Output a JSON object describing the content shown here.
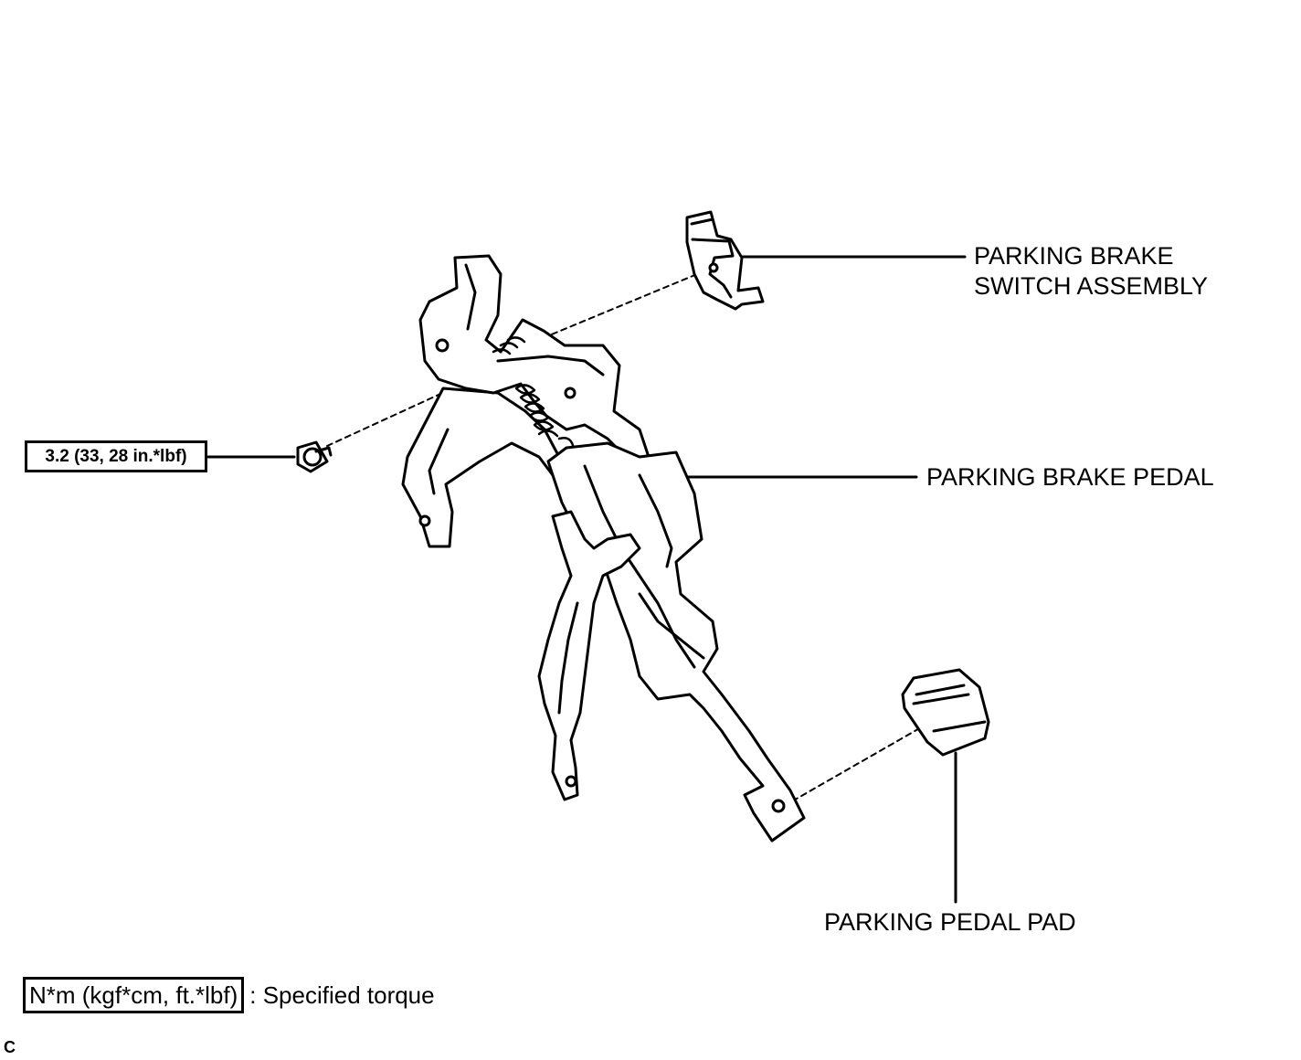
{
  "labels": {
    "switch_line1": "PARKING BRAKE",
    "switch_line2": "SWITCH ASSEMBLY",
    "pedal": "PARKING BRAKE PEDAL",
    "pad": "PARKING PEDAL PAD",
    "torque": "3.2 (33, 28 in.*lbf)"
  },
  "legend": {
    "box_text": "N*m (kgf*cm, ft.*lbf)",
    "description": ": Specified torque"
  },
  "corner_code": "C"
}
